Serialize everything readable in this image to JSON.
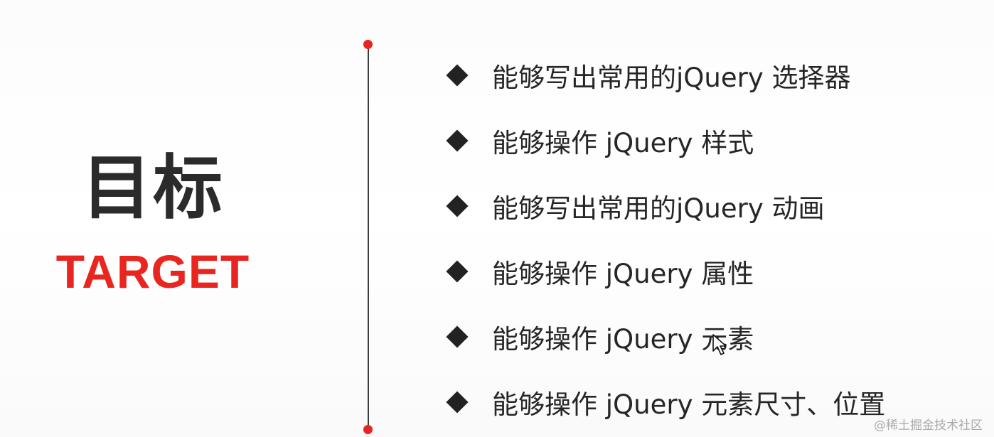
{
  "title": {
    "cn": "目标",
    "en": "TARGET"
  },
  "goals": [
    "能够写出常用的jQuery 选择器",
    "能够操作 jQuery 样式",
    "能够写出常用的jQuery 动画",
    "能够操作 jQuery 属性",
    "能够操作 jQuery 元素",
    "能够操作 jQuery 元素尺寸、位置"
  ],
  "watermark": "@稀土掘金技术社区",
  "colors": {
    "accent": "#e8261f",
    "text": "#262626",
    "divider": "#3c3c3c"
  }
}
